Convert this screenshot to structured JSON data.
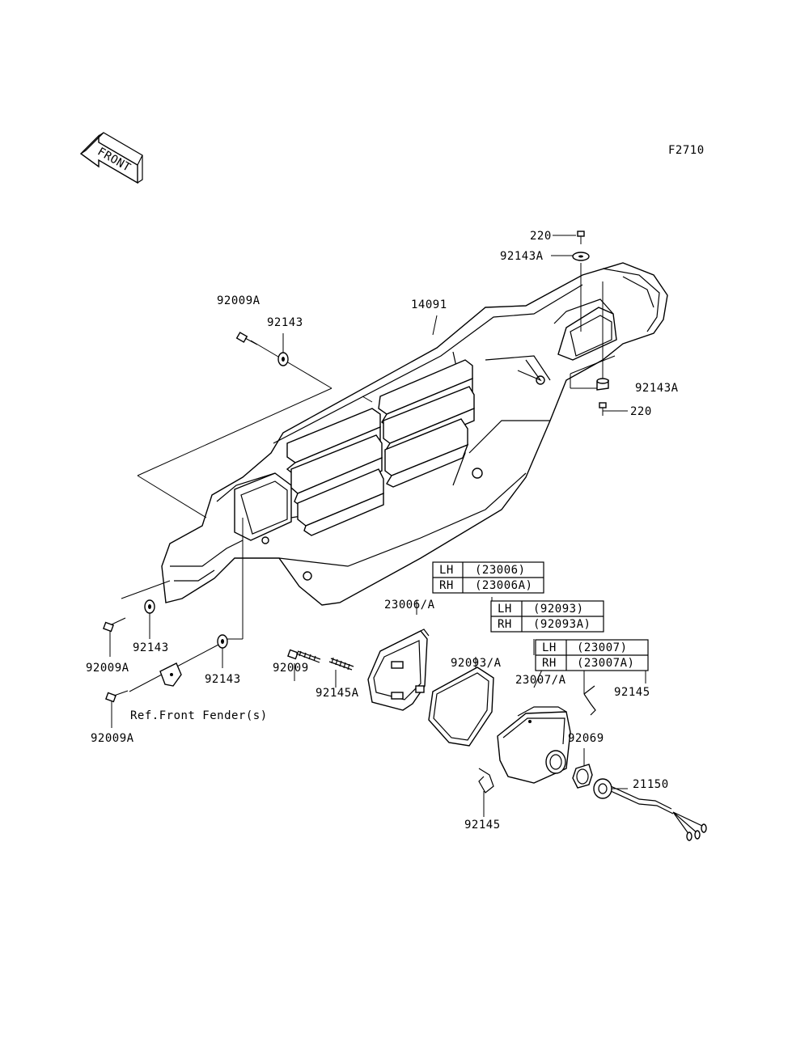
{
  "figure_code": "F2710",
  "front_marker": "FRONT",
  "reference_note": "Ref.Front Fender(s)",
  "labels": {
    "p220_top": "220",
    "p92143A_top": "92143A",
    "p92009A_top": "92009A",
    "p92143_top": "92143",
    "p14091": "14091",
    "p92143A_right": "92143A",
    "p220_right": "220",
    "p92009A_left": "92009A",
    "p92143_left": "92143",
    "p92143_mid": "92143",
    "p92009": "92009",
    "p92145A": "92145A",
    "p92009A_bottom": "92009A",
    "p23006A": "23006/A",
    "p92093A": "92093/A",
    "p23007A": "23007/A",
    "p92145_right": "92145",
    "p92069": "92069",
    "p21150": "21150",
    "p92145_bottom": "92145"
  },
  "tables": {
    "t23006": {
      "rows": [
        {
          "side": "LH",
          "part": "(23006)"
        },
        {
          "side": "RH",
          "part": "(23006A)"
        }
      ]
    },
    "t92093": {
      "rows": [
        {
          "side": "LH",
          "part": "(92093)"
        },
        {
          "side": "RH",
          "part": "(92093A)"
        }
      ]
    },
    "t23007": {
      "rows": [
        {
          "side": "LH",
          "part": "(23007)"
        },
        {
          "side": "RH",
          "part": "(23007A)"
        }
      ]
    }
  }
}
